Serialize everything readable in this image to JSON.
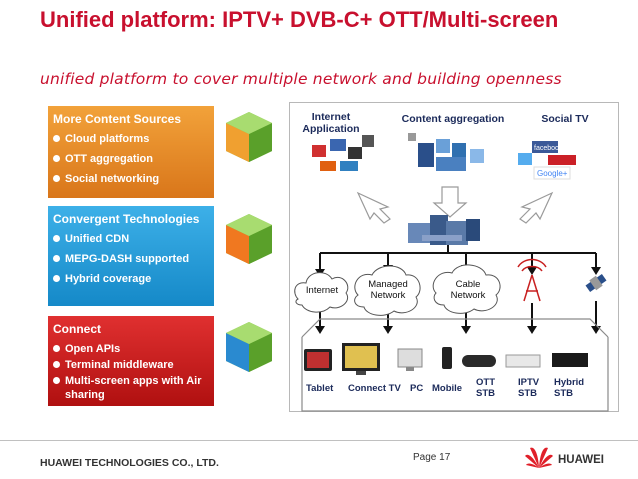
{
  "title": "Unified platform: IPTV+ DVB-C+ OTT/Multi-screen",
  "subtitle": "unified platform to cover multiple network and building openness",
  "panels": [
    {
      "heading": "More Content Sources",
      "items": [
        "Cloud platforms",
        "OTT aggregation",
        "Social networking"
      ],
      "color": "#e88a2a"
    },
    {
      "heading": "Convergent Technologies",
      "items": [
        "Unified CDN",
        "MEPG-DASH supported",
        "Hybrid coverage"
      ],
      "color": "#2aa0dc"
    },
    {
      "heading": "Connect",
      "items": [
        "Open APIs",
        "Terminal middleware",
        "Multi-screen apps with Air sharing"
      ],
      "color": "#c81a1a"
    }
  ],
  "sources": {
    "internet": "Internet Application",
    "aggregation": "Content aggregation",
    "social": "Social TV"
  },
  "networks": {
    "internet": "Internet",
    "managed": "Managed Network",
    "cable": "Cable Network"
  },
  "devices": {
    "tablet": "Tablet",
    "connect_tv": "Connect TV",
    "pc": "PC",
    "mobile": "Mobile",
    "ott_stb": "OTT STB",
    "iptv_stb": "IPTV STB",
    "hybrid_stb": "Hybrid STB"
  },
  "footer": {
    "company": "HUAWEI TECHNOLOGIES CO., LTD.",
    "page": "Page 17",
    "brand": "HUAWEI"
  },
  "colors": {
    "accent": "#c8102e",
    "orange": "#e88a2a",
    "blue": "#2aa0dc",
    "red": "#c81a1a"
  }
}
